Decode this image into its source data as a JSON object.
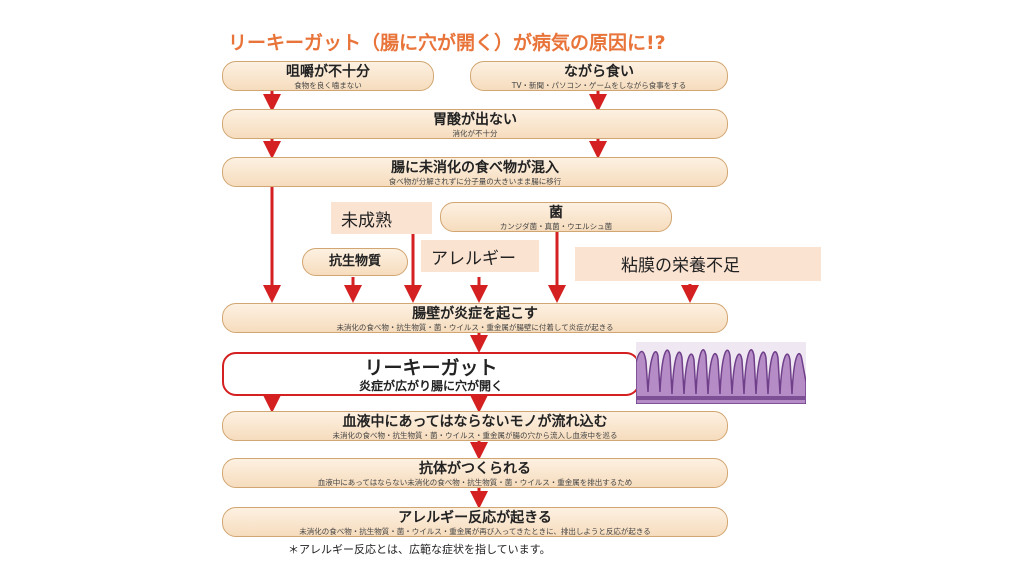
{
  "title": "リーキーガット（腸に穴が開く）が病気の原因に!?",
  "boxes": {
    "chewing": {
      "main": "咀嚼が不十分",
      "sub": "食物を良く噛まない"
    },
    "nagara": {
      "main": "ながら食い",
      "sub": "TV・新聞・パソコン・ゲームをしながら食事をする"
    },
    "acid": {
      "main": "胃酸が出ない",
      "sub": "消化が不十分"
    },
    "undigested": {
      "main": "腸に未消化の食べ物が混入",
      "sub": "食べ物が分解されずに分子量の大きいまま腸に移行"
    },
    "bacteria": {
      "main": "菌",
      "sub": "カンジダ菌・真菌・ウエルシュ菌"
    },
    "antibiotic": {
      "main": "抗生物質"
    },
    "inflammation": {
      "main": "腸壁が炎症を起こす",
      "sub": "未消化の食べ物・抗生物質・菌・ウイルス・重金属が腸壁に付着して炎症が起きる"
    },
    "leaky": {
      "main": "リーキーガット",
      "sub": "炎症が広がり腸に穴が開く"
    },
    "blood": {
      "main": "血液中にあってはならないモノが流れ込む",
      "sub": "未消化の食べ物・抗生物質・菌・ウイルス・重金属が腸の穴から流入し血液中を巡る"
    },
    "antibody": {
      "main": "抗体がつくられる",
      "sub": "血液中にあってはならない未消化の食べ物・抗生物質・菌・ウイルス・重金属を排出するため"
    },
    "allergy": {
      "main": "アレルギー反応が起きる",
      "sub": "未消化の食べ物・抗生物質・菌・ウイルス・重金属が再び入ってきたときに、排出しようと反応が起きる"
    }
  },
  "labels": {
    "immature": "未成熟",
    "allergy_label": "アレルギー",
    "mucosa": "粘膜の栄養不足"
  },
  "footnote": "＊アレルギー反応とは、広範な症状を指しています。",
  "colors": {
    "arrow": "#d42020",
    "title": "#e8743a",
    "box_border": "#d2a672"
  }
}
